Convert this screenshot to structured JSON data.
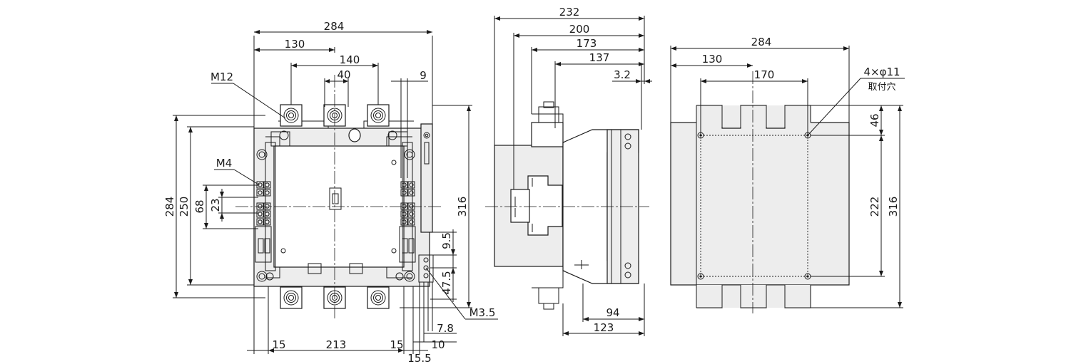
{
  "dimensions": {
    "front": {
      "total_width": "284",
      "left_to_center": "130",
      "outer_pitch": "140",
      "inner_pitch": "40",
      "right_offset": "9",
      "total_height": "284",
      "inner_height": "250",
      "aux_span": "68",
      "aux_pitch": "23",
      "full_height": "316",
      "side_9_5": "9.5",
      "side_47_5": "47.5",
      "bottom_left": "15",
      "bottom_span": "213",
      "bottom_right": "15",
      "bottom_15_5": "15.5",
      "bottom_10": "10",
      "bottom_7_8": "7.8"
    },
    "side": {
      "depth_232": "232",
      "depth_200": "200",
      "depth_173": "173",
      "depth_137": "137",
      "plate_3_2": "3.2",
      "dim_94": "94",
      "dim_123": "123"
    },
    "mounting": {
      "total_width": "284",
      "left_to_center": "130",
      "hole_pitch_x": "170",
      "top_offset": "46",
      "hole_pitch_y": "222",
      "total_height": "316"
    }
  },
  "labels": {
    "main_terminal": "M12",
    "aux_terminal": "M4",
    "coil_terminal": "M3.5",
    "holes_count": "4×φ11",
    "holes_note": "取付穴"
  }
}
